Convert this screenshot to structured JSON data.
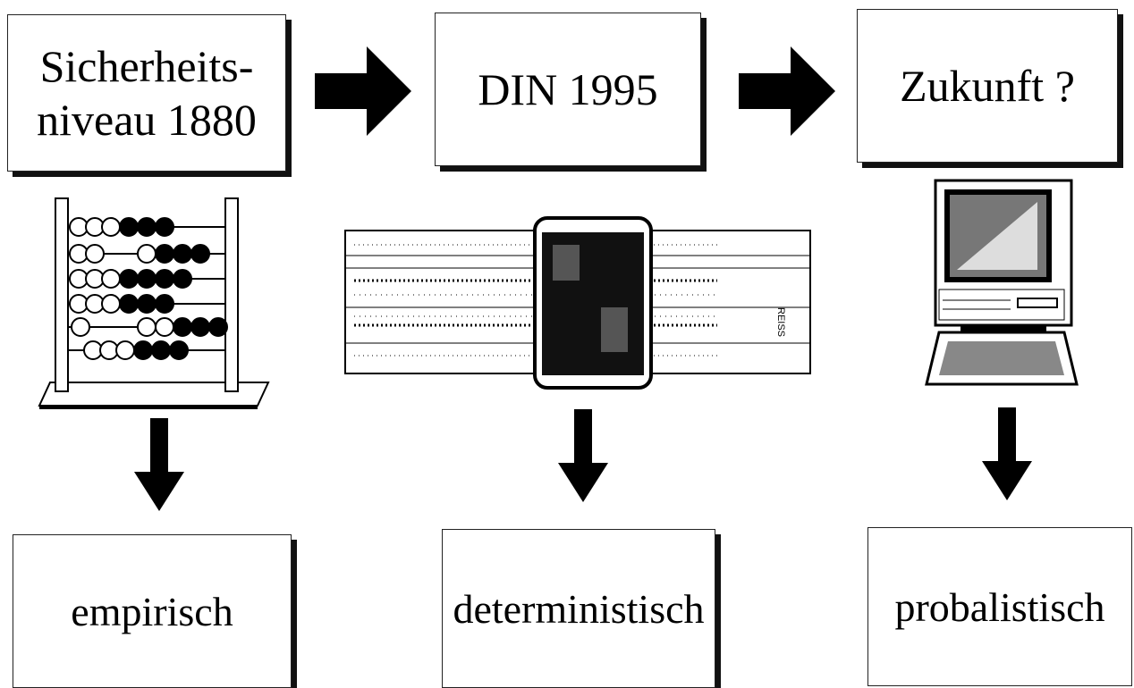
{
  "stages": [
    {
      "id": "past",
      "title_line1": "Sicherheits-",
      "title_line2": "niveau 1880",
      "tool_icon": "abacus-icon",
      "method": "empirisch"
    },
    {
      "id": "present",
      "title_line1": "DIN 1995",
      "tool_icon": "slide-rule-icon",
      "method": "deterministisch",
      "slide_rule_brand": "REISS"
    },
    {
      "id": "future",
      "title_line1": "Zukunft ?",
      "tool_icon": "computer-icon",
      "method": "probalistisch"
    }
  ],
  "colors": {
    "ink": "#000000",
    "paper": "#ffffff",
    "shadow": "#111111"
  }
}
